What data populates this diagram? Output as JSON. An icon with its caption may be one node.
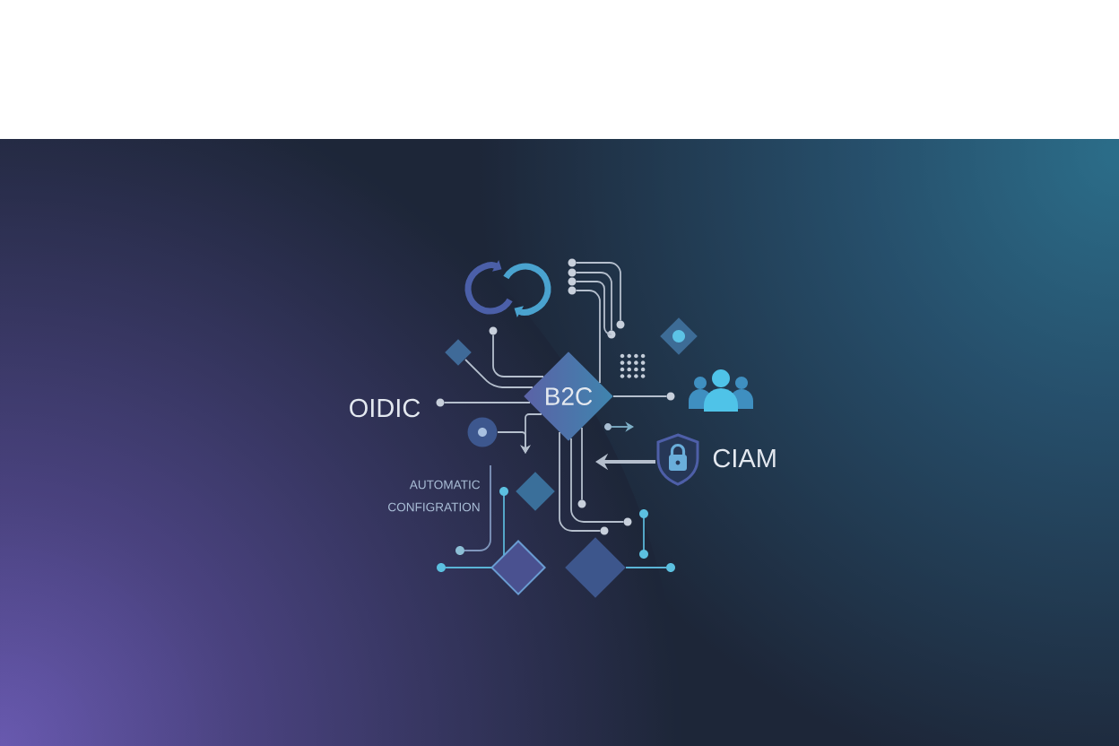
{
  "diagram": {
    "nodes": [
      {
        "text": [],
        "shape": "circle"
      },
      {
        "text": [],
        "shape": "circle"
      },
      {
        "text": [],
        "shape": "circle"
      },
      {
        "text": [],
        "shape": "circle"
      },
      {
        "text": [],
        "shape": "circle"
      },
      {
        "text": [],
        "shape": "circle"
      },
      {
        "text": [],
        "shape": "circle"
      },
      {
        "text": [],
        "shape": "diamond"
      },
      {
        "text": [],
        "shape": "diamond"
      },
      {
        "text": [
          "B2C"
        ]
      },
      {
        "text": [],
        "shape": "circle"
      },
      {
        "text": [],
        "shape": "circle"
      },
      {
        "text": [],
        "shape": "circle"
      },
      {
        "text": [],
        "shape": "circle"
      },
      {
        "text": [],
        "shape": "picture",
        "beside": [
          "CIAM"
        ]
      },
      {
        "text": [],
        "shape": "circle"
      },
      {
        "text": [],
        "shape": "diamond"
      },
      {
        "text": [],
        "shape": "circle"
      },
      {
        "text": [],
        "shape": "circle"
      },
      {
        "text": [],
        "shape": "circle"
      },
      {
        "text": [],
        "shape": "circle"
      },
      {
        "text": [],
        "shape": "circle"
      },
      {
        "text": [],
        "shape": "circle"
      },
      {
        "text": [],
        "shape": "diamond"
      },
      {
        "text": [],
        "shape": "circle"
      },
      {
        "text": [],
        "shape": "diamond"
      },
      {
        "text": [],
        "shape": "circle"
      }
    ],
    "edges": [
      {
        "from": 0,
        "to": 4,
        "arrow": "none"
      },
      {
        "from": 1,
        "to": 6,
        "arrow": "none"
      },
      {
        "from": 2,
        "to": 6,
        "arrow": "none"
      },
      {
        "from": 3,
        "to": 9,
        "arrow": "none"
      },
      {
        "from": 5,
        "to": 9,
        "arrow": "none"
      },
      {
        "from": 8,
        "to": 9,
        "arrow": "none"
      },
      {
        "from": 9,
        "to": 11,
        "arrow": "none"
      },
      {
        "from": 9,
        "to": 10,
        "arrow": "none"
      },
      {
        "from": 9,
        "to": null,
        "arrow": "to"
      },
      {
        "from": 13,
        "to": null,
        "arrow": "to"
      },
      {
        "from": 12,
        "to": null,
        "arrow": "to",
        "color": "#7fb0c8"
      },
      {
        "from": 9,
        "to": 17,
        "arrow": "none"
      },
      {
        "from": 9,
        "to": 19,
        "arrow": "none"
      },
      {
        "from": 9,
        "to": 20,
        "arrow": "none"
      },
      {
        "from": 14,
        "to": null,
        "arrow": "to",
        "style": "thick"
      },
      {
        "from": 23,
        "to": 15,
        "arrow": "none",
        "color": "#5ab4d6"
      },
      {
        "from": null,
        "to": 21,
        "arrow": "none",
        "color": "#8097bd"
      },
      {
        "from": 18,
        "to": 22,
        "arrow": "none",
        "color": "#5ab4d6"
      },
      {
        "from": 23,
        "to": 24,
        "arrow": "none",
        "color": "#5ab4d6"
      },
      {
        "from": 25,
        "to": 26,
        "arrow": "none",
        "color": "#5ab4d6"
      }
    ],
    "labels": [
      "OIDIC",
      "AUTOMATIC CONFIGRATION"
    ]
  }
}
